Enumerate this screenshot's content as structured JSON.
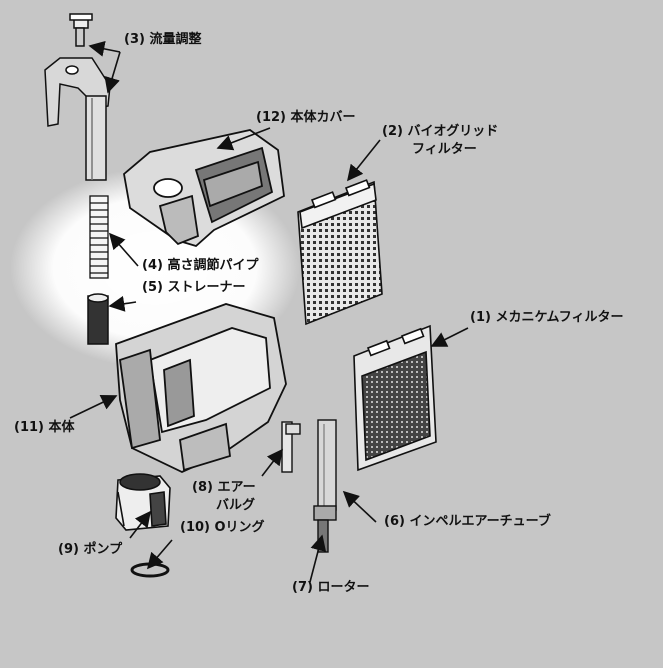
{
  "background": "#c6c6c6",
  "labels": {
    "flow_adjust": "(3) 流量調整",
    "body_cover": "(12) 本体カバー",
    "bio_grid_1": "(2) バイオグリッド",
    "bio_grid_2": "フィルター",
    "height_pipe": "(4) 高さ調節パイプ",
    "strainer": "(5) ストレーナー",
    "mechanical_filter": "(1) メカニケムフィルター",
    "main_body": "(11) 本体",
    "air_valve_1": "(8) エアー",
    "air_valve_2": "バルグ",
    "impeller_tube": "(6) インペルエアーチューブ",
    "pump": "(9) ポンプ",
    "o_ring": "(10) Oリング",
    "rotor": "(7) ローター"
  }
}
